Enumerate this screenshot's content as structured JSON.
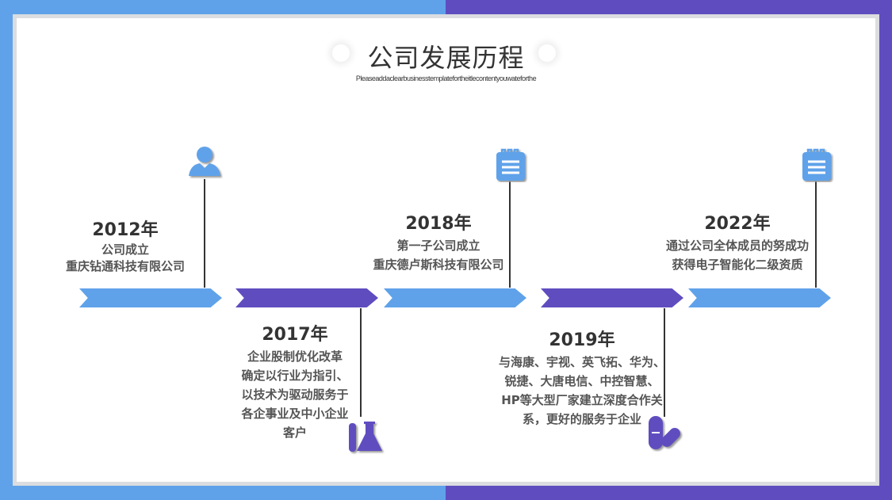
{
  "header": {
    "title": "公司发展历程",
    "subtitle": "Pleaseaddaclearbusinesstemplatefortheitlecontentyouwateforthe"
  },
  "colors": {
    "blue": "#5fa2ea",
    "purple": "#5f4dc0"
  },
  "milestones": [
    {
      "year": "2012年",
      "lines": [
        "公司成立",
        "重庆钻通科技有限公司"
      ],
      "icon": "person-icon"
    },
    {
      "year": "2017年",
      "lines": [
        "企业股制优化改革",
        "确定以行业为指引、",
        "以技术为驱动服务于",
        "各企事业及中小企业",
        "客户"
      ],
      "icon": "flask-icon"
    },
    {
      "year": "2018年",
      "lines": [
        "第一子公司成立",
        "重庆德卢斯科技有限公司"
      ],
      "icon": "notepad-icon"
    },
    {
      "year": "2019年",
      "lines": [
        "与海康、宇视、英飞拓、华为、",
        "锐捷、大唐电信、中控智慧、",
        "HP等大型厂家建立深度合作关",
        "系，更好的服务于企业"
      ],
      "icon": "pill-icon"
    },
    {
      "year": "2022年",
      "lines": [
        "通过公司全体成员的努成功",
        "获得电子智能化二级资质"
      ],
      "icon": "notepad-icon"
    }
  ]
}
